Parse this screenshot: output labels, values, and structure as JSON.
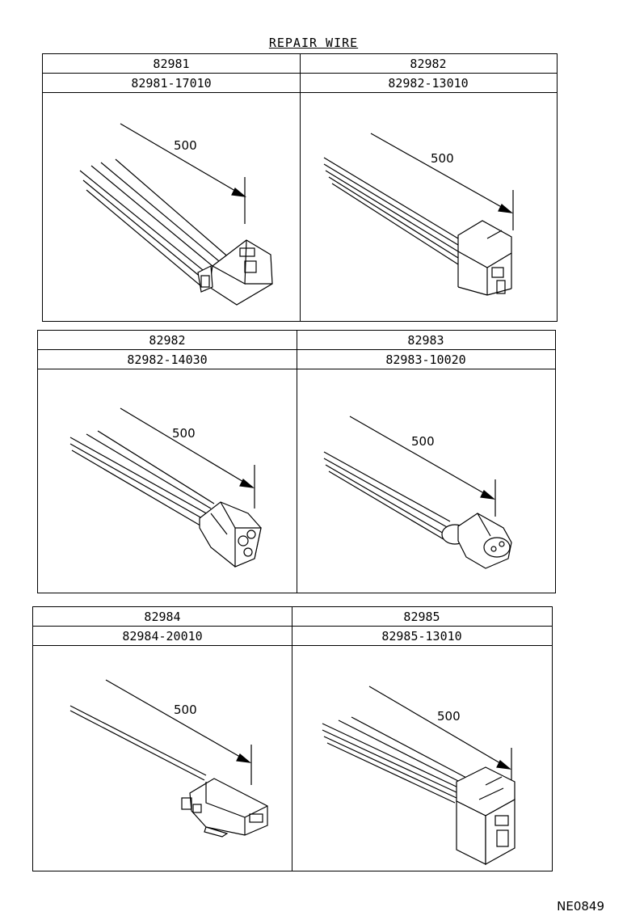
{
  "title": "REPAIR WIRE",
  "footer_code": "NE0849",
  "panels": [
    {
      "left": {
        "part_group": "82981",
        "part_number": "82981-17010",
        "length": "500"
      },
      "right": {
        "part_group": "82982",
        "part_number": "82982-13010",
        "length": "500"
      }
    },
    {
      "left": {
        "part_group": "82982",
        "part_number": "82982-14030",
        "length": "500"
      },
      "right": {
        "part_group": "82983",
        "part_number": "82983-10020",
        "length": "500"
      }
    },
    {
      "left": {
        "part_group": "82984",
        "part_number": "82984-20010",
        "length": "500"
      },
      "right": {
        "part_group": "82985",
        "part_number": "82985-13010",
        "length": "500"
      }
    }
  ]
}
